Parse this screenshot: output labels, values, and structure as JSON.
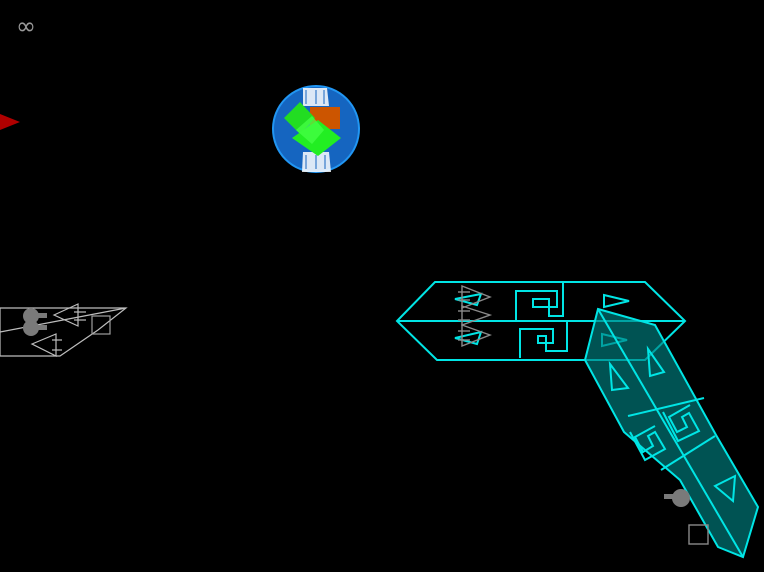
{
  "hud": {
    "ammo_symbol": "∞",
    "icon": "infinity-icon"
  },
  "colors": {
    "background": "#000000",
    "player_ship": "#00e5e5",
    "player_fill": "#007f7f",
    "enemy_ship": "#bdbdbd",
    "enemy_marker": "#b00000",
    "planet_ocean": "#1565c0",
    "planet_rim": "#1e88e5",
    "planet_land": "#22dd22",
    "planet_cargo": "#cc5500",
    "weapon_mount": "#7a7a7a"
  },
  "entities": {
    "player": "player-ship",
    "enemy": "enemy-ship",
    "planet": "planet",
    "offscreen": "offscreen-enemy-indicator"
  }
}
